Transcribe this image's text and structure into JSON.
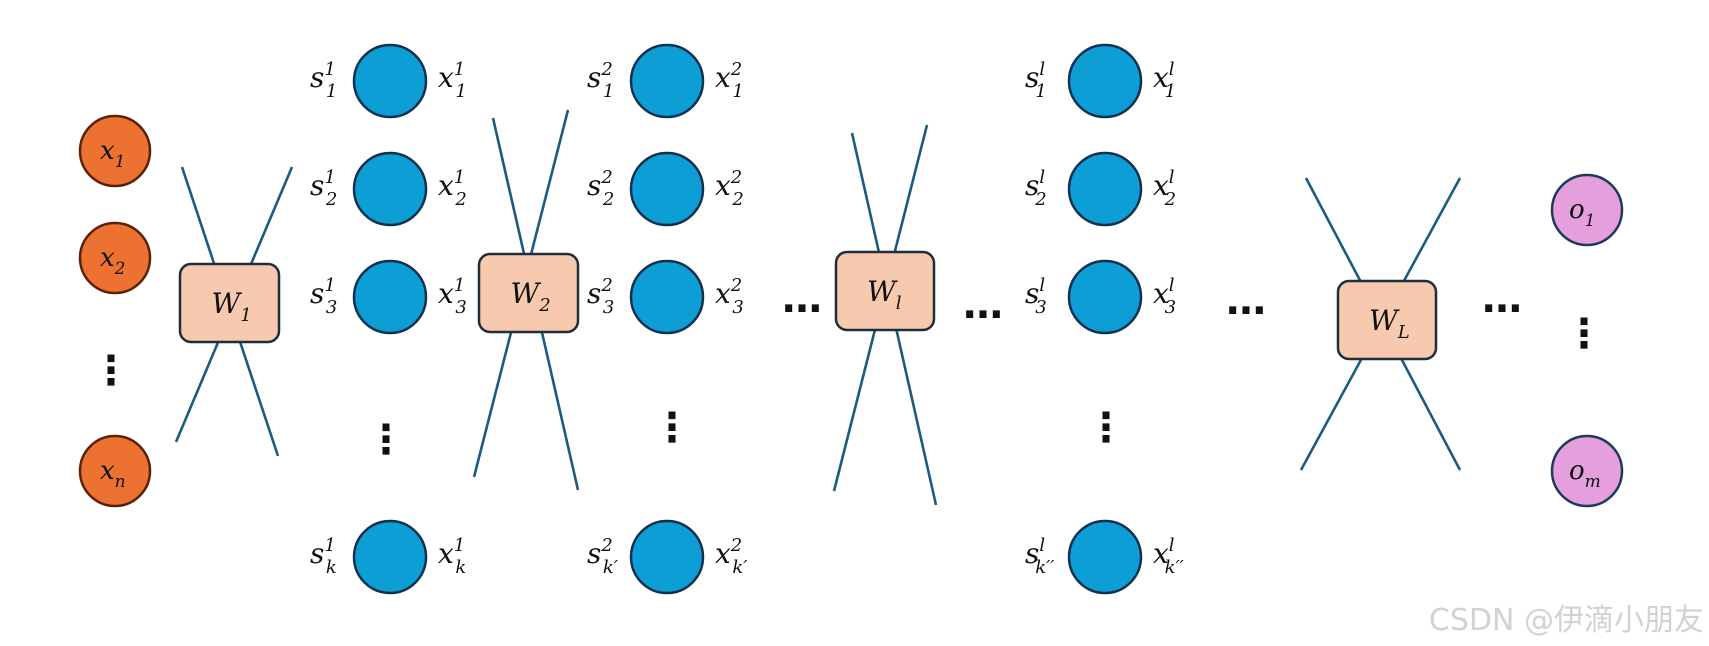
{
  "diagram": {
    "colors": {
      "input": "#ED7131",
      "input_stroke": "#5A2207",
      "hidden": "#0E9ED6",
      "hidden_stroke": "#12304F",
      "output": "#E49FDC",
      "output_stroke": "#1E3A5A",
      "weight_box": "#F7C9AE",
      "weight_stroke": "#1F2E3B",
      "edge": "#1B5C7E"
    },
    "inputs": [
      {
        "base": "x",
        "sub": "1"
      },
      {
        "base": "x",
        "sub": "2"
      },
      {
        "base": "x",
        "sub": "n"
      }
    ],
    "weights": [
      {
        "base": "W",
        "sub": "1"
      },
      {
        "base": "W",
        "sub": "2"
      },
      {
        "base": "W",
        "sub": "l"
      },
      {
        "base": "W",
        "sub": "L"
      }
    ],
    "layers": [
      {
        "rows": [
          {
            "s_sup": "1",
            "s_sub": "1",
            "x_sup": "1",
            "x_sub": "1"
          },
          {
            "s_sup": "1",
            "s_sub": "2",
            "x_sup": "1",
            "x_sub": "2"
          },
          {
            "s_sup": "1",
            "s_sub": "3",
            "x_sup": "1",
            "x_sub": "3"
          },
          {
            "s_sup": "1",
            "s_sub": "k",
            "x_sup": "1",
            "x_sub": "k"
          }
        ]
      },
      {
        "rows": [
          {
            "s_sup": "2",
            "s_sub": "1",
            "x_sup": "2",
            "x_sub": "1"
          },
          {
            "s_sup": "2",
            "s_sub": "2",
            "x_sup": "2",
            "x_sub": "2"
          },
          {
            "s_sup": "2",
            "s_sub": "3",
            "x_sup": "2",
            "x_sub": "3"
          },
          {
            "s_sup": "2",
            "s_sub": "k′",
            "x_sup": "2",
            "x_sub": "k′"
          }
        ]
      },
      {
        "rows": [
          {
            "s_sup": "l",
            "s_sub": "1",
            "x_sup": "l",
            "x_sub": "1"
          },
          {
            "s_sup": "l",
            "s_sub": "2",
            "x_sup": "l",
            "x_sub": "2"
          },
          {
            "s_sup": "l",
            "s_sub": "3",
            "x_sup": "l",
            "x_sub": "3"
          },
          {
            "s_sup": "l",
            "s_sub": "k′′",
            "x_sup": "l",
            "x_sub": "k′′"
          }
        ]
      }
    ],
    "outputs": [
      {
        "base": "o",
        "sub": "1"
      },
      {
        "base": "o",
        "sub": "m"
      }
    ],
    "symbols": {
      "s": "s",
      "x": "x",
      "hdots": "…",
      "vdots": "⋮"
    },
    "watermark": "CSDN @伊滴小朋友"
  }
}
